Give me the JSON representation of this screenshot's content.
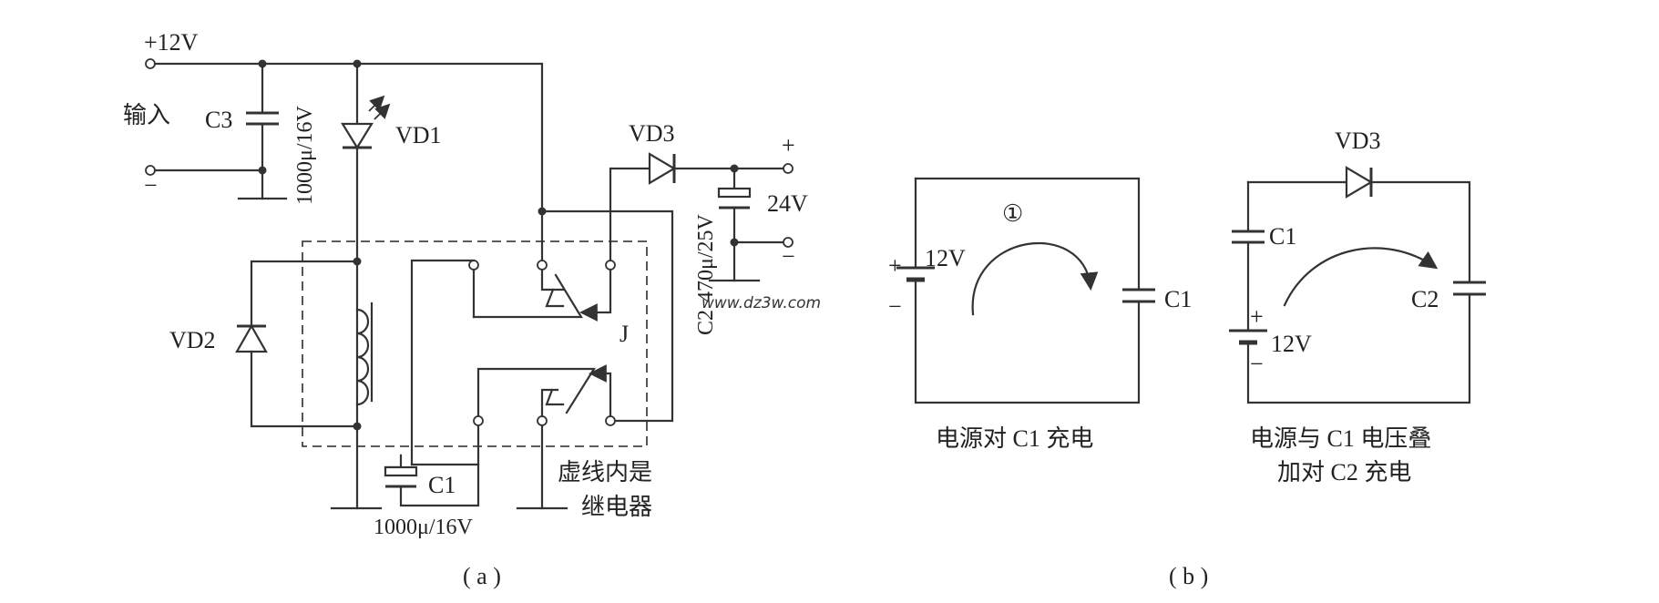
{
  "figure_a": {
    "input_plus": "+12V",
    "input_label": "输入",
    "input_minus": "−",
    "c3_label": "C3",
    "c3_value": "1000μ/16V",
    "vd1_label": "VD1",
    "vd2_label": "VD2",
    "vd3_label": "VD3",
    "c1_label": "C1",
    "c1_value": "1000μ/16V",
    "c2_label": "C2",
    "c2_value": "470μ/25V",
    "relay_label": "J",
    "output_plus": "+",
    "output_voltage": "24V",
    "output_minus": "−",
    "relay_note_line1": "虚线内是",
    "relay_note_line2": "继电器",
    "watermark": "www.dz3w.com",
    "caption": "( a )"
  },
  "figure_b": {
    "left": {
      "plus": "+",
      "minus": "−",
      "voltage": "12V",
      "step_marker": "①",
      "capacitor": "C1",
      "caption": "电源对 C1 充电"
    },
    "right": {
      "diode": "VD3",
      "capacitor_1": "C1",
      "capacitor_2": "C2",
      "plus": "+",
      "minus": "−",
      "voltage": "12V",
      "caption_line1": "电源与 C1 电压叠",
      "caption_line2": "加对 C2 充电"
    },
    "caption": "( b )"
  }
}
